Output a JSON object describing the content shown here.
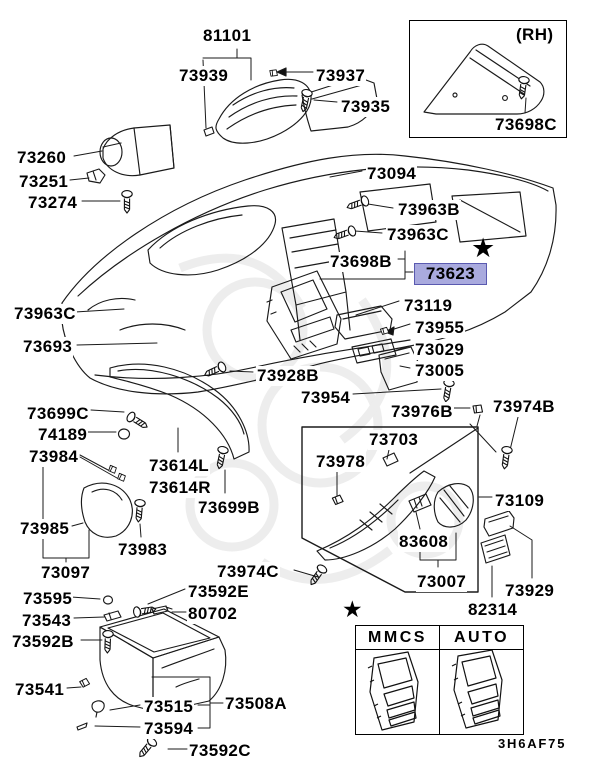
{
  "diagram_code": "3H6AF75",
  "rh_label": "(RH)",
  "star": "★",
  "highlight": {
    "fill": "#a9aade",
    "border": "#5a5ab0"
  },
  "variant_table": {
    "headers": [
      "MMCS",
      "AUTO"
    ]
  },
  "parts": {
    "p81101": "81101",
    "p73939": "73939",
    "p73937": "73937",
    "p73935": "73935",
    "p73698C": "73698C",
    "p73260": "73260",
    "p73251": "73251",
    "p73274": "73274",
    "p73094": "73094",
    "p73963B": "73963B",
    "p73963C_right": "73963C",
    "p73698B": "73698B",
    "p73623": "73623",
    "p73963C_left": "73963C",
    "p73119": "73119",
    "p73955": "73955",
    "p73693": "73693",
    "p73029": "73029",
    "p73005": "73005",
    "p73928B": "73928B",
    "p73954": "73954",
    "p73699C": "73699C",
    "p73976B": "73976B",
    "p73974B": "73974B",
    "p74189": "74189",
    "p73703": "73703",
    "p73984": "73984",
    "p73978": "73978",
    "p73614L": "73614L",
    "p73614R": "73614R",
    "p73109": "73109",
    "p73699B": "73699B",
    "p73985": "73985",
    "p83608": "83608",
    "p73983": "73983",
    "p73097": "73097",
    "p73974C": "73974C",
    "p73007": "73007",
    "p73929": "73929",
    "p82314": "82314",
    "p73595": "73595",
    "p73592E": "73592E",
    "p73543": "73543",
    "p80702": "80702",
    "p73592B": "73592B",
    "p73541": "73541",
    "p73515": "73515",
    "p73508A": "73508A",
    "p73594": "73594",
    "p73592C": "73592C"
  }
}
